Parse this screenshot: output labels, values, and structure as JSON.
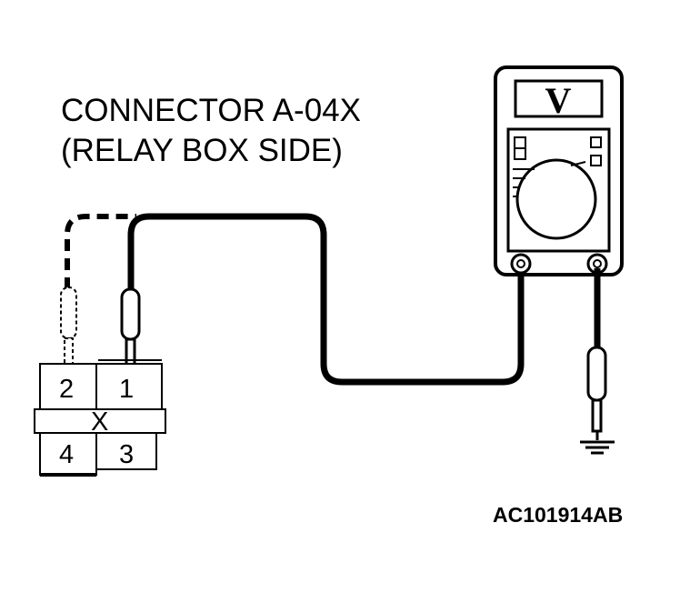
{
  "connector": {
    "title_line1": "CONNECTOR A-04X",
    "title_line2": "(RELAY BOX SIDE)",
    "pins": {
      "top_left": "2",
      "top_right": "1",
      "bottom_left": "4",
      "bottom_right": "3",
      "center_mark": "X"
    }
  },
  "meter": {
    "display": "V"
  },
  "figure_code": "AC101914AB"
}
